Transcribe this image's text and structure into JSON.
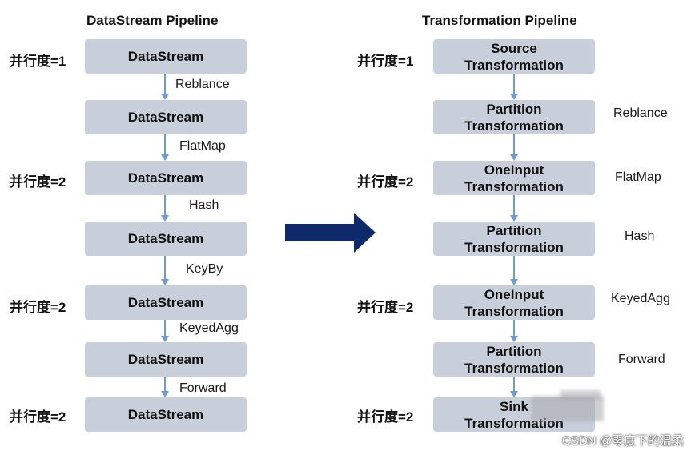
{
  "left": {
    "title": "DataStream Pipeline",
    "boxes": [
      "DataStream",
      "DataStream",
      "DataStream",
      "DataStream",
      "DataStream",
      "DataStream",
      "DataStream"
    ],
    "labels": [
      "Reblance",
      "FlatMap",
      "Hash",
      "KeyBy",
      "KeyedAgg",
      "Forward"
    ],
    "parallelism": [
      "并行度=1",
      "并行度=2",
      "并行度=2",
      "并行度=2"
    ]
  },
  "right": {
    "title": "Transformation Pipeline",
    "boxes": [
      [
        "Source",
        "Transformation"
      ],
      [
        "Partition",
        "Transformation"
      ],
      [
        "OneInput",
        "Transformation"
      ],
      [
        "Partition",
        "Transformation"
      ],
      [
        "OneInput",
        "Transformation"
      ],
      [
        "Partition",
        "Transformation"
      ],
      [
        "Sink",
        "Transformation"
      ]
    ],
    "labels": [
      "Reblance",
      "FlatMap",
      "Hash",
      "KeyedAgg",
      "Forward"
    ],
    "parallelism": [
      "并行度=1",
      "并行度=2",
      "并行度=2",
      "并行度=2"
    ]
  },
  "watermark": "CSDN @零度下的温柔",
  "colors": {
    "box": "#c8ceda",
    "connector": "#6d9bd3",
    "big_arrow": "#0f2a6b"
  }
}
